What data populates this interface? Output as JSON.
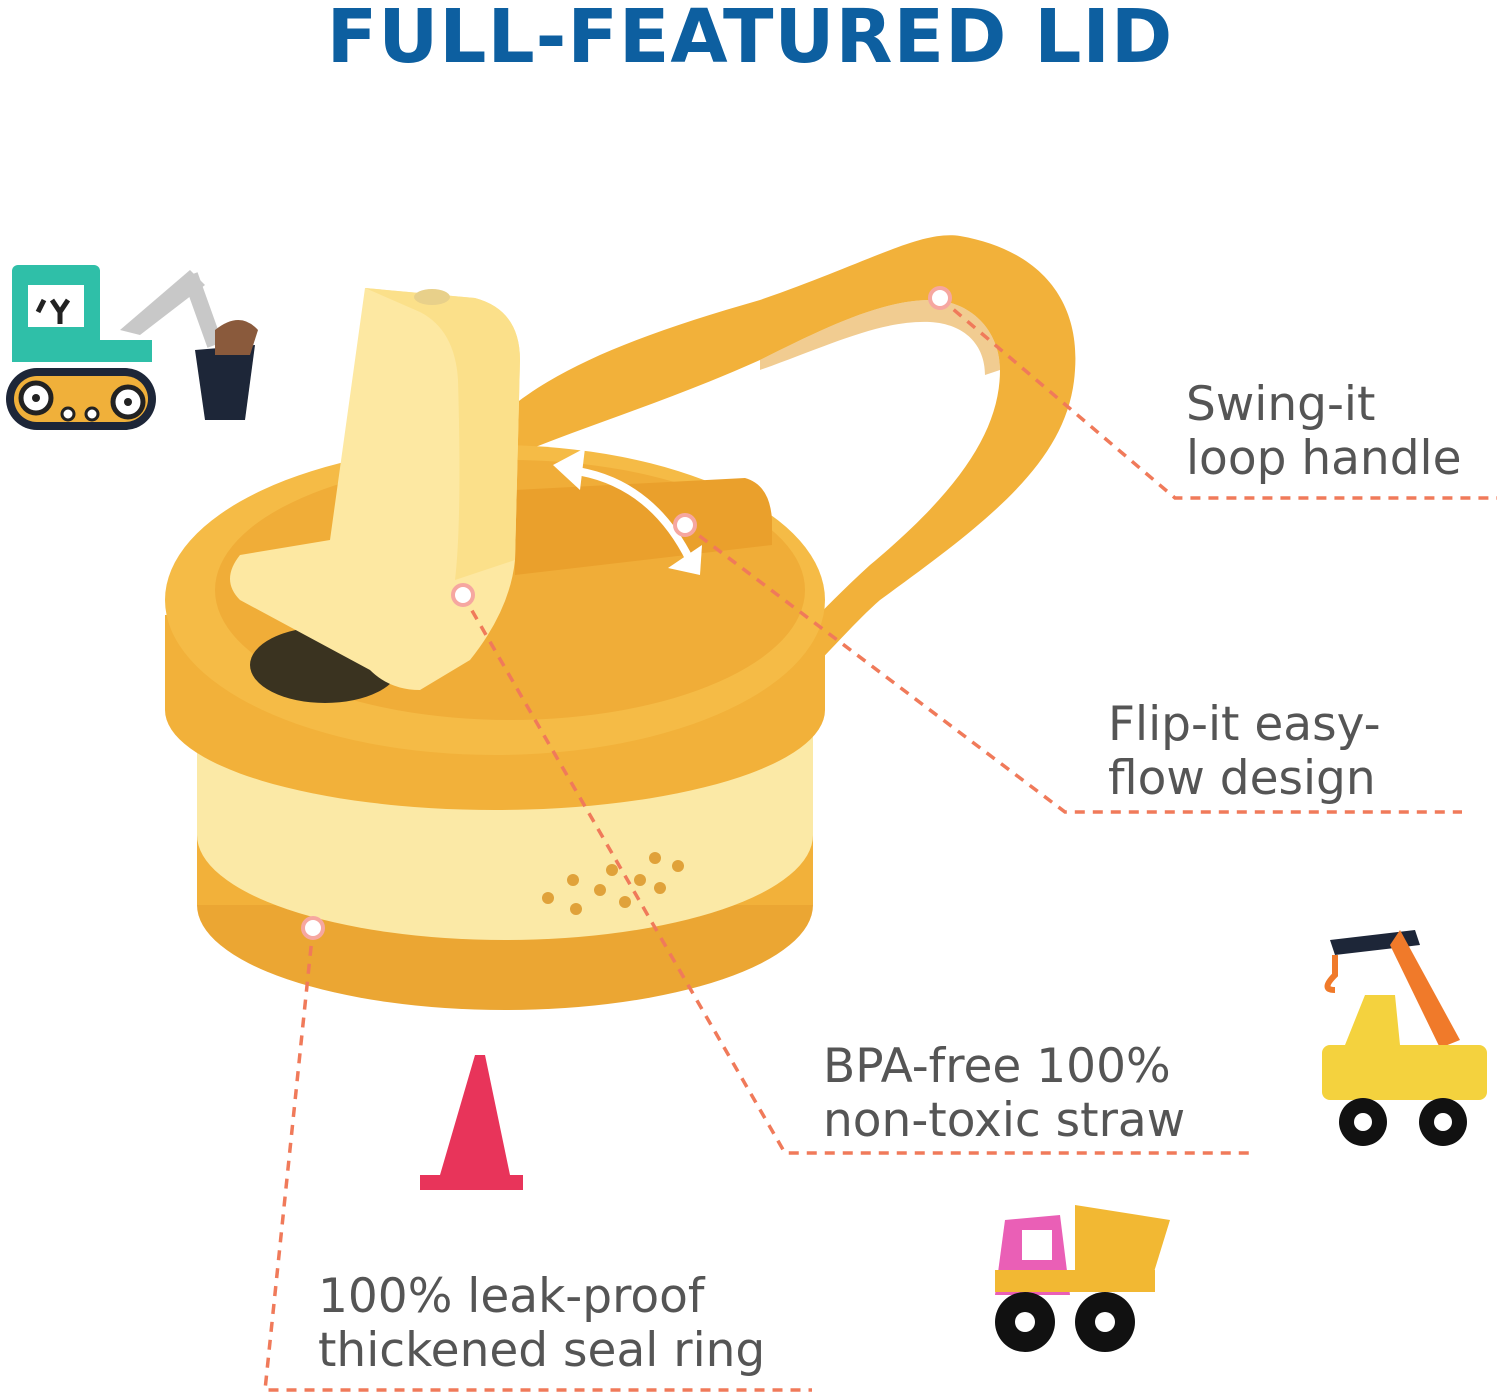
{
  "title": "FULL-FEATURED LID",
  "colors": {
    "title": "#0d5fa0",
    "lid": "#f2b13a",
    "straw": "#fde9a0",
    "dashed_line": "#f07a5a",
    "cone": "#e8345a"
  },
  "callouts": {
    "handle": {
      "line1": "Swing-it",
      "line2": "loop handle"
    },
    "flip": {
      "line1": "Flip-it easy-",
      "line2": "flow design"
    },
    "straw": {
      "line1": "BPA-free 100%",
      "line2": "non-toxic straw"
    },
    "seal": {
      "line1": "100% leak-proof",
      "line2": "thickened seal ring"
    }
  },
  "decorations": [
    "excavator-icon",
    "crane-truck-icon",
    "dump-truck-icon",
    "traffic-cone-icon"
  ]
}
